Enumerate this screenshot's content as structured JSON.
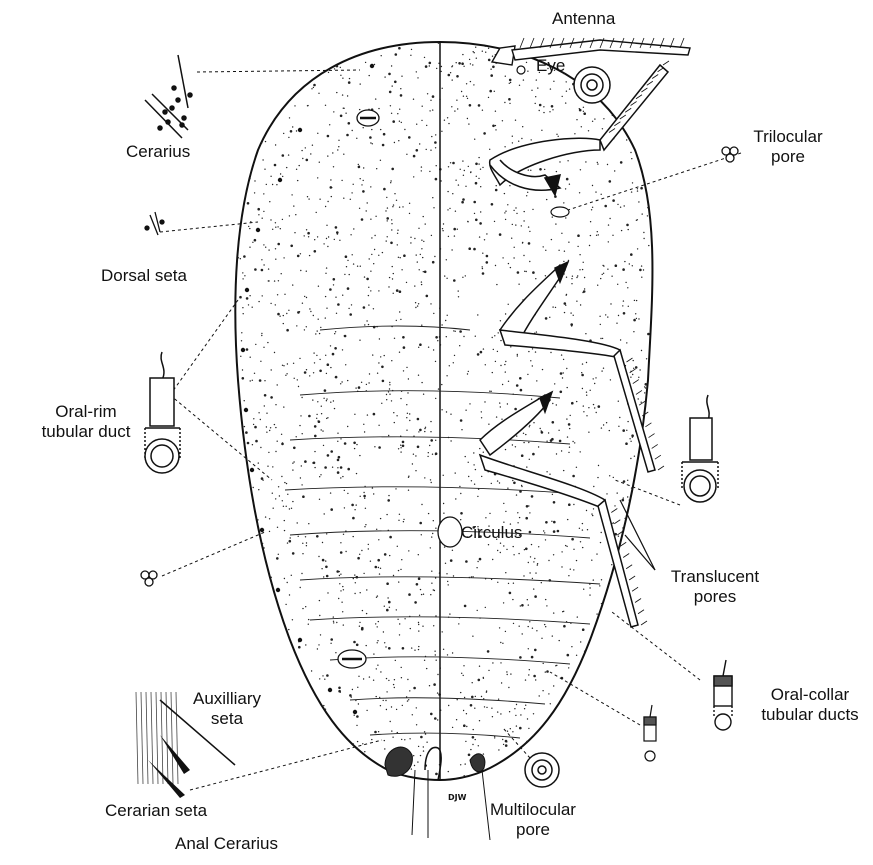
{
  "labels": {
    "antenna": "Antenna",
    "eye": "Eye",
    "cerarius": "Cerarius",
    "trilocular_pore_1": "Trilocular",
    "trilocular_pore_2": "pore",
    "dorsal_seta": "Dorsal seta",
    "oral_rim_1": "Oral-rim",
    "oral_rim_2": "tubular duct",
    "circulus": "Circulus",
    "translucent_1": "Translucent",
    "translucent_2": "pores",
    "oral_collar_1": "Oral-collar",
    "oral_collar_2": "tubular ducts",
    "auxilliary_1": "Auxilliary",
    "auxilliary_2": "seta",
    "cerarian_seta": "Cerarian seta",
    "multilocular_1": "Multilocular",
    "multilocular_2": "pore",
    "anal_cerarius": "Anal Cerarius",
    "artist_mark": "DJW"
  },
  "colors": {
    "ink": "#111111",
    "background": "#ffffff"
  }
}
